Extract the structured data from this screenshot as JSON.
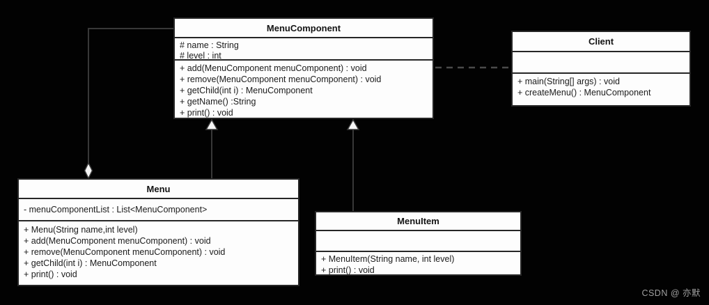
{
  "diagram": {
    "type": "uml-class-diagram",
    "classes": [
      {
        "name": "MenuComponent",
        "attributes": [
          "# name : String",
          "# level : int"
        ],
        "methods": [
          "+ add(MenuComponent menuComponent) : void",
          "+ remove(MenuComponent menuComponent) : void",
          "+ getChild(int i) : MenuComponent",
          "+ getName() :String",
          "+ print() : void"
        ]
      },
      {
        "name": "Client",
        "attributes": [],
        "methods": [
          "+ main(String[] args) : void",
          "+ createMenu() : MenuComponent"
        ]
      },
      {
        "name": "Menu",
        "attributes": [
          "- menuComponentList : List<MenuComponent>"
        ],
        "methods": [
          "+ Menu(String name,int level)",
          "+ add(MenuComponent menuComponent) : void",
          "+ remove(MenuComponent menuComponent) : void",
          "+ getChild(int i) : MenuComponent",
          "+ print() : void"
        ]
      },
      {
        "name": "MenuItem",
        "attributes": [],
        "methods": [
          "+ MenuItem(String name, int level)",
          "+ print() : void"
        ]
      }
    ],
    "relationships": [
      {
        "from": "Menu",
        "to": "MenuComponent",
        "type": "aggregation"
      },
      {
        "from": "Menu",
        "to": "MenuComponent",
        "type": "generalization"
      },
      {
        "from": "MenuItem",
        "to": "MenuComponent",
        "type": "generalization"
      },
      {
        "from": "Client",
        "to": "MenuComponent",
        "type": "dependency"
      }
    ]
  },
  "watermark": {
    "text": "CSDN @ 亦默"
  },
  "colors": {
    "background": "#020202",
    "box_fill": "#fdfdfd",
    "box_border": "#262626",
    "text": "#1b1b1b",
    "solid_line": "#383838",
    "dashed_line": "#4a4a4a",
    "arrow_fill": "#f5f5f5",
    "watermark_text": "#a0a0a0"
  }
}
